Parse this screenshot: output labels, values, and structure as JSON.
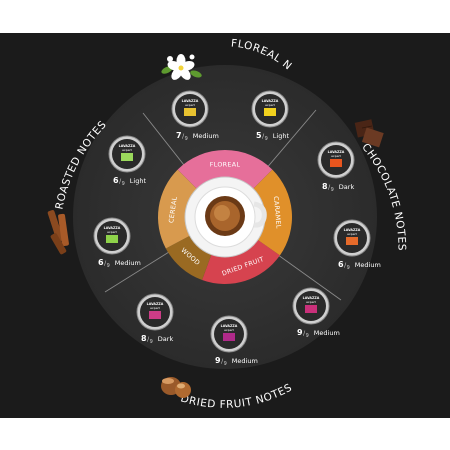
{
  "theme": {
    "panel_color": "#1b1b1b",
    "floreal_color": "#e66f9a",
    "caramel_color": "#e0902a",
    "dried_fruit_color": "#d6434f",
    "wood_color": "#9a6a22",
    "cereal_color": "#d89a4e"
  },
  "headings": {
    "floreal": "FLOREAL NOTES",
    "chocolate": "CHOCOLATE NOTES",
    "dried_fruit": "DRIED FRUIT NOTES",
    "roasted": "ROASTED NOTES"
  },
  "wheel": {
    "segments": [
      {
        "label": "FLOREAL"
      },
      {
        "label": "CARAMEL"
      },
      {
        "label": "DRIED FRUIT"
      },
      {
        "label": "WOOD"
      },
      {
        "label": "CEREAL"
      }
    ]
  },
  "capsules": [
    {
      "brand": "LAVAZZA",
      "sub": "expert",
      "intensity": "7",
      "scale": "9",
      "roast": "Medium",
      "color": "#e8c230"
    },
    {
      "brand": "LAVAZZA",
      "sub": "expert",
      "intensity": "5",
      "scale": "9",
      "roast": "Light",
      "color": "#f2d21e"
    },
    {
      "brand": "LAVAZZA",
      "sub": "expert",
      "intensity": "8",
      "scale": "9",
      "roast": "Dark",
      "color": "#e8551e"
    },
    {
      "brand": "LAVAZZA",
      "sub": "expert",
      "intensity": "6",
      "scale": "9",
      "roast": "Medium",
      "color": "#e66a2a"
    },
    {
      "brand": "LAVAZZA",
      "sub": "expert",
      "intensity": "9",
      "scale": "9",
      "roast": "Medium",
      "color": "#c9307a"
    },
    {
      "brand": "LAVAZZA",
      "sub": "expert",
      "intensity": "9",
      "scale": "9",
      "roast": "Medium",
      "color": "#b02a8a"
    },
    {
      "brand": "LAVAZZA",
      "sub": "expert",
      "intensity": "8",
      "scale": "9",
      "roast": "Dark",
      "color": "#cc3c86"
    },
    {
      "brand": "LAVAZZA",
      "sub": "expert",
      "intensity": "6",
      "scale": "9",
      "roast": "Medium",
      "color": "#8ed24a"
    },
    {
      "brand": "LAVAZZA",
      "sub": "expert",
      "intensity": "6",
      "scale": "9",
      "roast": "Light",
      "color": "#9bd95c"
    }
  ]
}
